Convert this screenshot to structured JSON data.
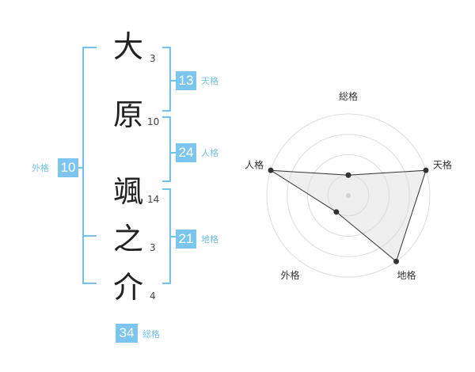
{
  "name": {
    "chars": [
      {
        "char": "大",
        "strokes": "3"
      },
      {
        "char": "原",
        "strokes": "10"
      },
      {
        "char": "颯",
        "strokes": "14"
      },
      {
        "char": "之",
        "strokes": "3"
      },
      {
        "char": "介",
        "strokes": "4"
      }
    ]
  },
  "fortune": {
    "tenkaku": {
      "value": "13",
      "label": "天格"
    },
    "jinkaku": {
      "value": "24",
      "label": "人格"
    },
    "chikaku": {
      "value": "21",
      "label": "地格"
    },
    "gaikaku": {
      "value": "10",
      "label": "外格"
    },
    "soukaku": {
      "value": "34",
      "label": "総格"
    }
  },
  "colors": {
    "accent": "#7cc5ee",
    "bracket": "#6ec3f0"
  },
  "chart_data": {
    "type": "radar",
    "axes": [
      "総格",
      "天格",
      "地格",
      "外格",
      "人格"
    ],
    "rings": 4,
    "values": [
      1,
      4,
      4,
      1,
      4
    ],
    "max": 4
  }
}
